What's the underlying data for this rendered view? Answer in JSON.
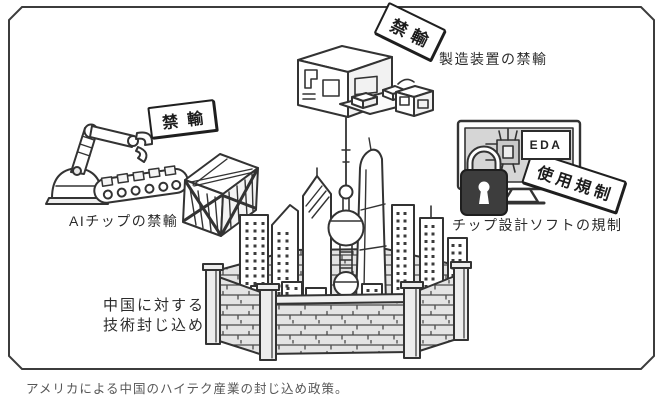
{
  "colors": {
    "ink": "#333333",
    "wall_fill": "#e4e4e4",
    "screen_fill": "#d6d6d6",
    "caption_gray": "#565656",
    "paper": "#ffffff"
  },
  "tags": {
    "embargo_top": "禁輸",
    "embargo_left": "禁輸",
    "usage_restriction": "使用規制"
  },
  "labels": {
    "manufacturing_embargo": "製造装置の禁輸",
    "ai_chip_embargo": "AIチップの禁輸",
    "chip_design_software": "チップ設計ソフトの規制",
    "containment_line1": "中国に対する",
    "containment_line2": "技術封じ込め"
  },
  "monitor": {
    "screen_text": "EDA"
  },
  "caption": "アメリカによる中国のハイテク産業の封じ込め政策。",
  "icons": {
    "fab_equipment": "fab-equipment-icon",
    "robot_arm": "robot-arm-icon",
    "conveyor": "conveyor-belt-icon",
    "crate": "wooden-crate-icon",
    "monitor": "monitor-icon",
    "chip": "chip-icon",
    "padlock": "padlock-icon",
    "skyline": "shanghai-skyline-icon",
    "wall": "brick-wall-icon"
  }
}
